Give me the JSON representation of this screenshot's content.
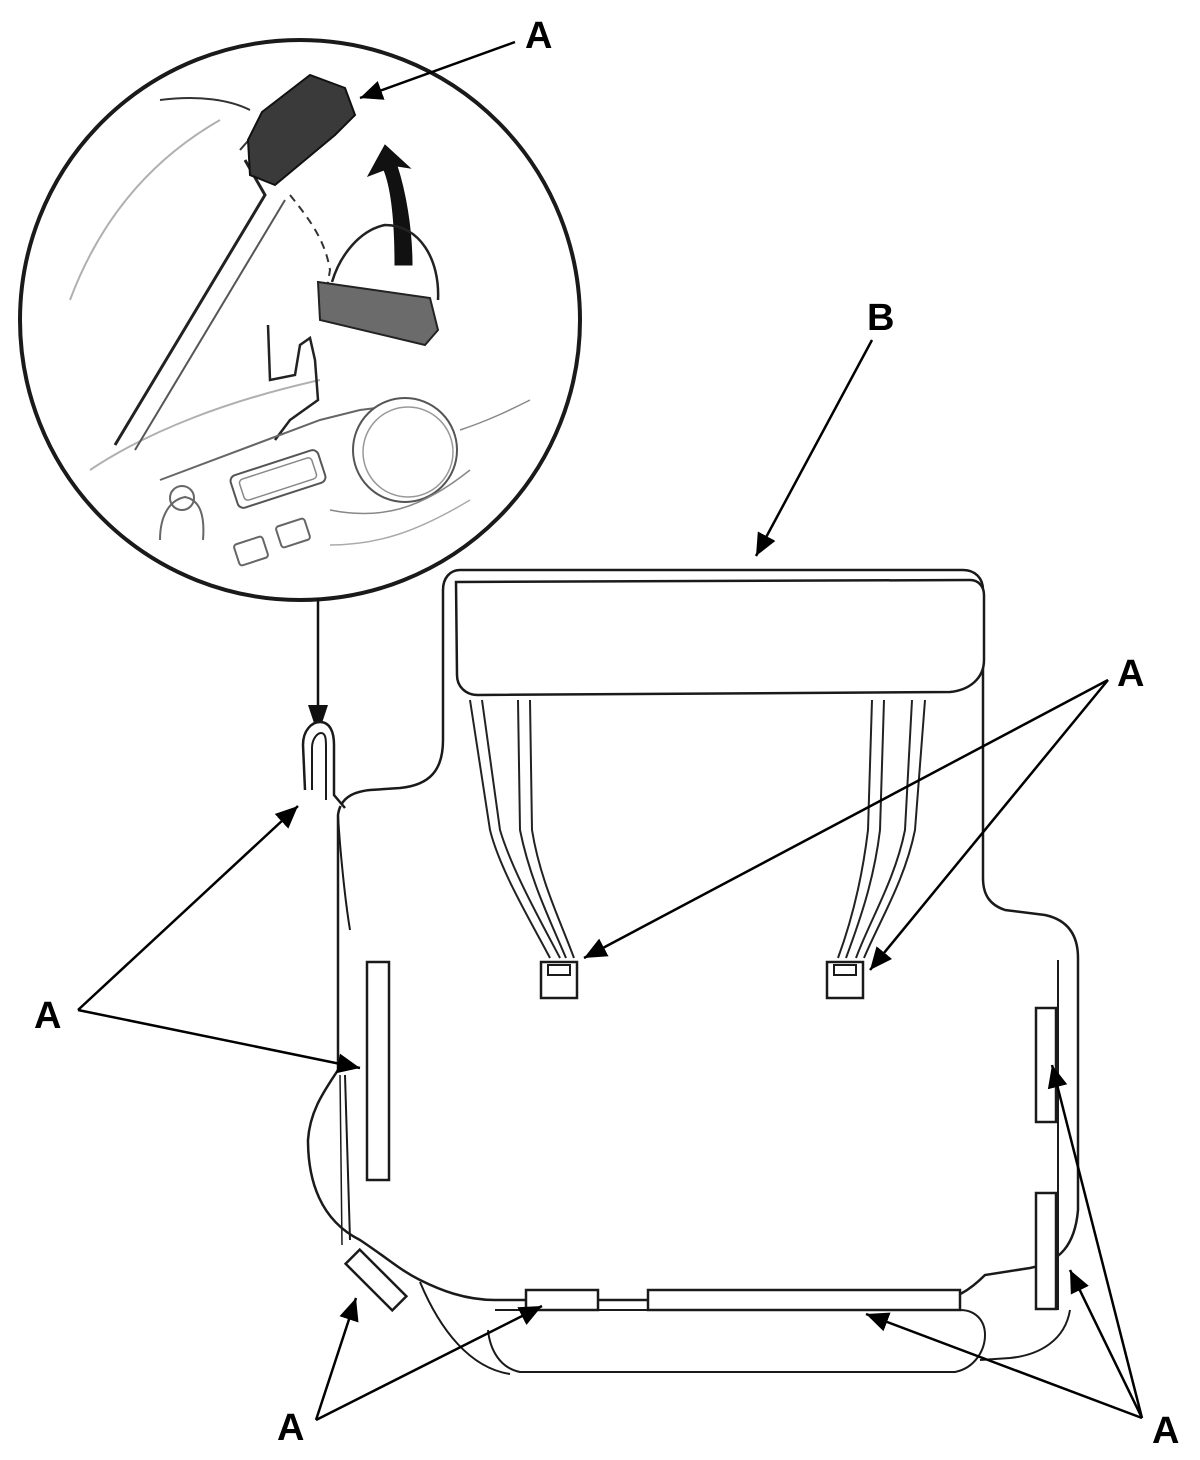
{
  "diagram": {
    "callouts": [
      {
        "id": "a-detail-top",
        "text": "A"
      },
      {
        "id": "b-seat-frame",
        "text": "B"
      },
      {
        "id": "a-upper-right",
        "text": "A"
      },
      {
        "id": "a-left",
        "text": "A"
      },
      {
        "id": "a-bottom-left",
        "text": "A"
      },
      {
        "id": "a-bottom-right",
        "text": "A"
      }
    ],
    "colors": {
      "line": "#1a1a1a",
      "clip_fill": "#3a3a3a",
      "band_fill": "#6b6b6b",
      "faint_line": "#9a9a9a"
    },
    "icons": [
      "upward-curved-arrow-icon",
      "downward-arrow-icon"
    ]
  }
}
